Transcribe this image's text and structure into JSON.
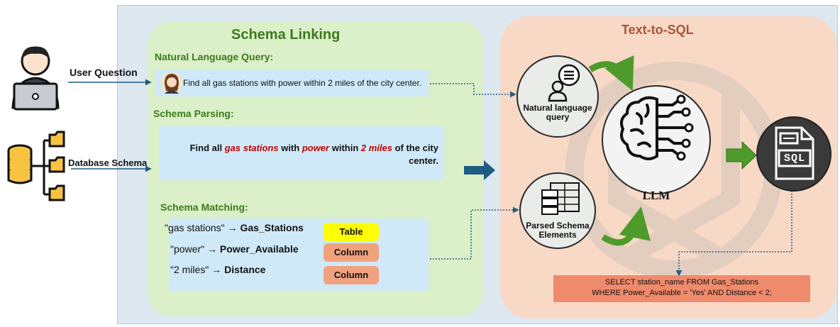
{
  "left": {
    "user_question_label": "User Question",
    "database_schema_label": "Database Schema"
  },
  "schema_linking": {
    "title": "Schema Linking",
    "nlq_heading": "Natural Language Query:",
    "query_text": "Find all gas stations with power within 2 miles of the city center.",
    "parsing_heading": "Schema Parsing:",
    "parsed_parts": [
      "Find all ",
      "gas stations",
      " with ",
      "power",
      " within ",
      "2 miles",
      " of the city center."
    ],
    "matching_heading": "Schema Matching:",
    "matches": [
      {
        "phrase": "\"gas stations\" → ",
        "target": "Gas_Stations",
        "tag": "Table",
        "tag_color": "#ffff00"
      },
      {
        "phrase": "\"power\" → ",
        "target": "Power_Available",
        "tag": "Column",
        "tag_color": "#f0a27f"
      },
      {
        "phrase": "\"2 miles\" → ",
        "target": "Distance",
        "tag": "Column",
        "tag_color": "#f0a27f"
      }
    ]
  },
  "text_to_sql": {
    "title": "Text-to-SQL",
    "nlq_circle_label": "Natural language query",
    "parsed_circle_label": "Parsed Schema Elements",
    "llm_label": "LLM",
    "sql_icon_text": "SQL",
    "sql_line1": "SELECT station_name FROM Gas_Stations",
    "sql_line2": "WHERE Power_Available = 'Yes' AND Distance < 2;"
  },
  "colors": {
    "title_green": "#3d7a1e",
    "title_orange": "#a8553a",
    "arrow_blue": "#1f5b82",
    "arrow_green": "#4e9a2a",
    "highlight_red": "#c00000",
    "sql_box": "#f08a6c"
  }
}
